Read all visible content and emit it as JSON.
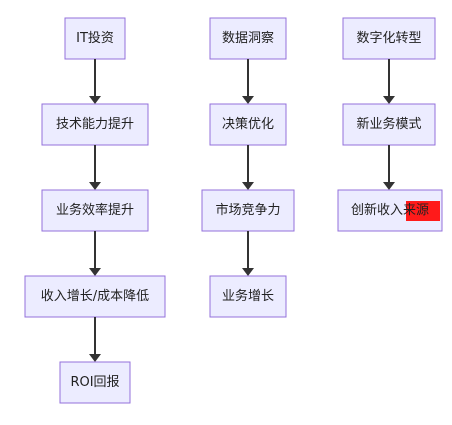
{
  "columns": [
    {
      "nodes": [
        "IT投资",
        "技术能力提升",
        "业务效率提升",
        "收入增长/成本降低",
        "ROI回报"
      ]
    },
    {
      "nodes": [
        "数据洞察",
        "决策优化",
        "市场竞争力",
        "业务增长"
      ]
    },
    {
      "nodes": [
        "数字化转型",
        "新业务模式",
        "创新收入来源"
      ]
    }
  ],
  "colors": {
    "node_fill": "#ececff",
    "node_stroke": "#9370db",
    "edge": "#333333",
    "highlight": "#ff1a1a"
  }
}
